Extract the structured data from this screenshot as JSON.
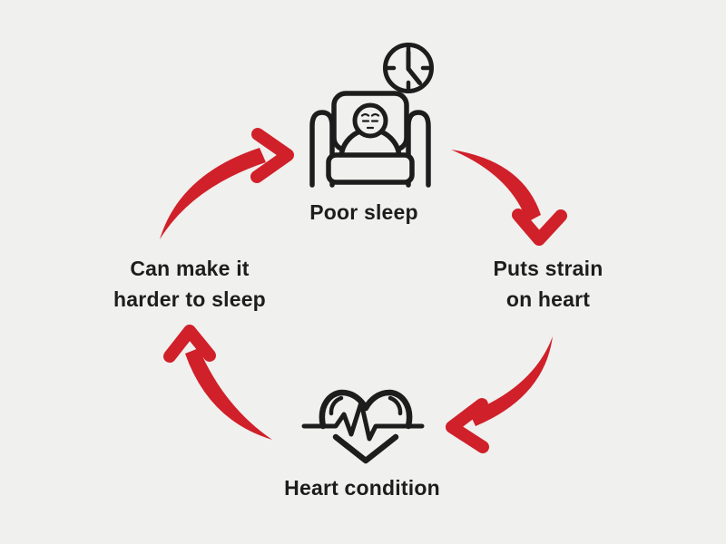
{
  "diagram": {
    "type": "cycle",
    "background": "#f0f0ee",
    "ink_color": "#1d1d1d",
    "arrow_color": "#d02029",
    "nodes": [
      {
        "id": "poor-sleep",
        "position": "top",
        "icon": "insomnia-bed-clock-icon",
        "label": "Poor sleep"
      },
      {
        "id": "puts-strain-on-heart",
        "position": "right",
        "icon": "none",
        "label": "Puts strain on heart",
        "line1": "Puts strain",
        "line2": "on heart"
      },
      {
        "id": "heart-condition",
        "position": "bottom",
        "icon": "heart-ecg-icon",
        "label": "Heart condition"
      },
      {
        "id": "can-make-it-harder-to-sleep",
        "position": "left",
        "icon": "none",
        "label": "Can make it harder to sleep",
        "line1": "Can make it",
        "line2": "harder to sleep"
      }
    ],
    "arrows": [
      {
        "from": "can-make-it-harder-to-sleep",
        "to": "poor-sleep",
        "direction": "clockwise"
      },
      {
        "from": "poor-sleep",
        "to": "puts-strain-on-heart",
        "direction": "clockwise"
      },
      {
        "from": "puts-strain-on-heart",
        "to": "heart-condition",
        "direction": "clockwise"
      },
      {
        "from": "heart-condition",
        "to": "can-make-it-harder-to-sleep",
        "direction": "clockwise"
      }
    ]
  }
}
